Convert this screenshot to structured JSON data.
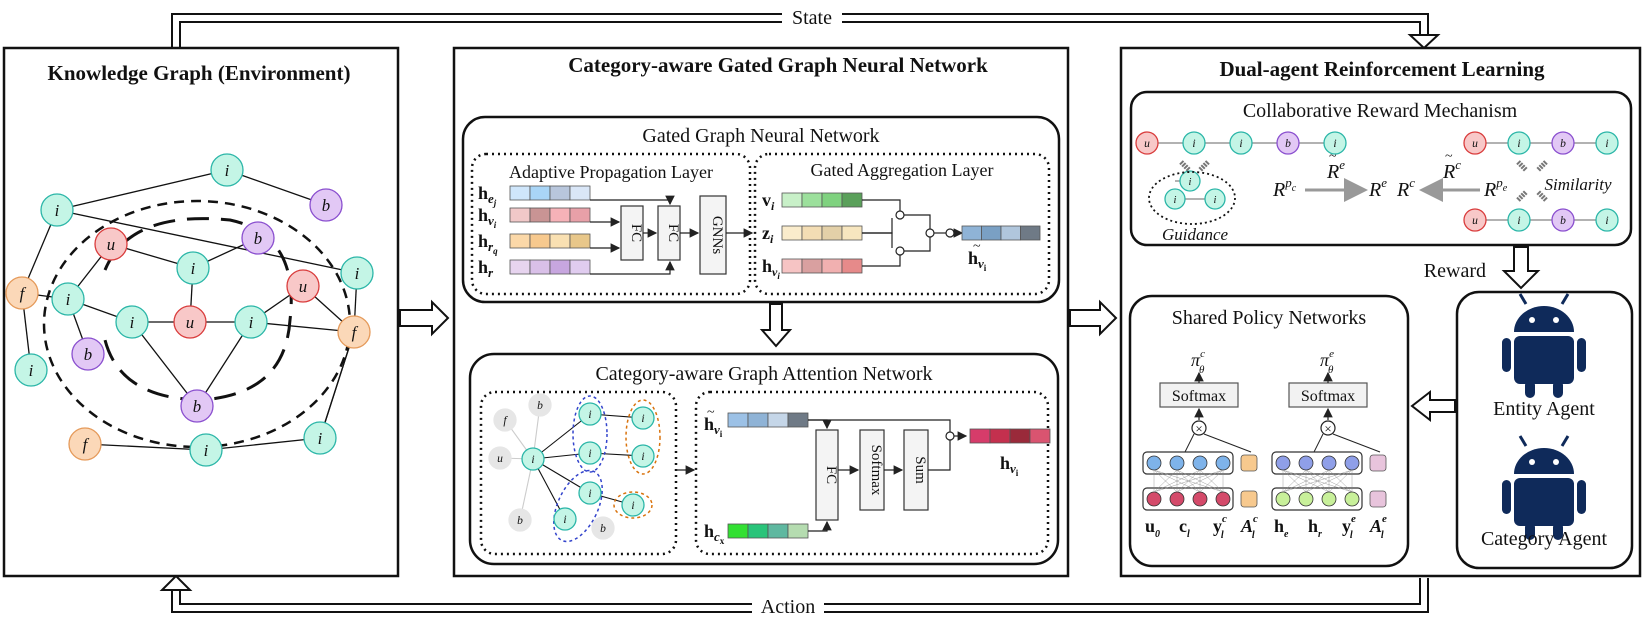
{
  "labels": {
    "state": "State",
    "action": "Action",
    "reward": "Reward"
  },
  "kg": {
    "title": "Knowledge Graph (Environment)",
    "nodes": [
      {
        "label": "i",
        "type": "i"
      },
      {
        "label": "b",
        "type": "b"
      },
      {
        "label": "i",
        "type": "i"
      },
      {
        "label": "u",
        "type": "u"
      },
      {
        "label": "b",
        "type": "b"
      },
      {
        "label": "i",
        "type": "i"
      },
      {
        "label": "f",
        "type": "f"
      },
      {
        "label": "i",
        "type": "i"
      },
      {
        "label": "u",
        "type": "u"
      },
      {
        "label": "i",
        "type": "i"
      },
      {
        "label": "i",
        "type": "i"
      },
      {
        "label": "u",
        "type": "u"
      },
      {
        "label": "i",
        "type": "i"
      },
      {
        "label": "f",
        "type": "f"
      },
      {
        "label": "b",
        "type": "b"
      },
      {
        "label": "i",
        "type": "i"
      },
      {
        "label": "b",
        "type": "b"
      },
      {
        "label": "f",
        "type": "f"
      },
      {
        "label": "i",
        "type": "i"
      },
      {
        "label": "i",
        "type": "i"
      }
    ]
  },
  "gnn": {
    "title": "Category-aware Gated Graph Neural Network",
    "ggnn_title": "Gated Graph Neural Network",
    "apl_title": "Adaptive Propagation Layer",
    "gal_title": "Gated Aggregation Layer",
    "apl_inputs": [
      "h",
      "h",
      "h",
      "h"
    ],
    "apl_subs": [
      "e",
      "v",
      "r",
      "r"
    ],
    "apl_subsubs": [
      "j",
      "i",
      "q",
      ""
    ],
    "fc": "FC",
    "gnns": "GNNs",
    "gal_inputs": [
      "v",
      "z",
      "h"
    ],
    "gal_subs": [
      "i",
      "i",
      "v"
    ],
    "gal_output": "h",
    "cgat_title": "Category-aware Graph Attention Network",
    "cgat_fc": "FC",
    "cgat_softmax": "Softmax",
    "cgat_sum": "Sum",
    "cgat_in1": "h",
    "cgat_in2": "h",
    "cgat_in2_sub": "c",
    "cgat_out": "h",
    "graph_nodes": [
      "b",
      "f",
      "u",
      "i",
      "b",
      "b",
      "i",
      "i",
      "i",
      "i",
      "i",
      "i",
      "i"
    ]
  },
  "rl": {
    "title": "Dual-agent Reinforcement Learning",
    "crm_title": "Collaborative Reward Mechanism",
    "guidance": "Guidance",
    "similarity": "Similarity",
    "r_pc": "R",
    "r_pc_sup": "p",
    "r_pc_supsub": "c",
    "r_tilde_e": "R",
    "r_tilde_e_sup": "e",
    "r_e": "R",
    "r_e_sup": "e",
    "r_c": "R",
    "r_c_sup": "c",
    "r_tilde_c": "R",
    "r_tilde_c_sup": "c",
    "r_pe": "R",
    "r_pe_sup": "p",
    "r_pe_supsub": "e",
    "path_top_left": [
      "u",
      "i",
      "i",
      "b",
      "i"
    ],
    "path_top_right": [
      "u",
      "i",
      "b",
      "i"
    ],
    "path_bottom_right": [
      "u",
      "i",
      "b",
      "i"
    ],
    "guidance_nodes": [
      "i",
      "i",
      "i"
    ],
    "spn_title": "Shared Policy Networks",
    "softmax": "Softmax",
    "pi": "π",
    "pi_sub": "θ",
    "pi_sup_left": "c",
    "pi_sup_right": "e",
    "left_labels": [
      "u",
      "c",
      "y",
      "A"
    ],
    "left_subs": [
      "0",
      "l",
      "l",
      "l"
    ],
    "left_sups": [
      "",
      "",
      "c",
      "c"
    ],
    "right_labels": [
      "h",
      "h",
      "y",
      "A"
    ],
    "right_subs": [
      "e",
      "r",
      "l",
      "l"
    ],
    "right_sups": [
      "",
      "",
      "e",
      "e"
    ],
    "entity_agent": "Entity Agent",
    "category_agent": "Category Agent"
  },
  "colors": {
    "i": "#c4f5e6",
    "u": "#f8c8c8",
    "b": "#e2c8f5",
    "f": "#fbd8b8",
    "i_stroke": "#2bb6a8",
    "u_stroke": "#d93c3c",
    "b_stroke": "#8a4fcf",
    "f_stroke": "#e59a5a",
    "agent": "#0f2a5a"
  }
}
